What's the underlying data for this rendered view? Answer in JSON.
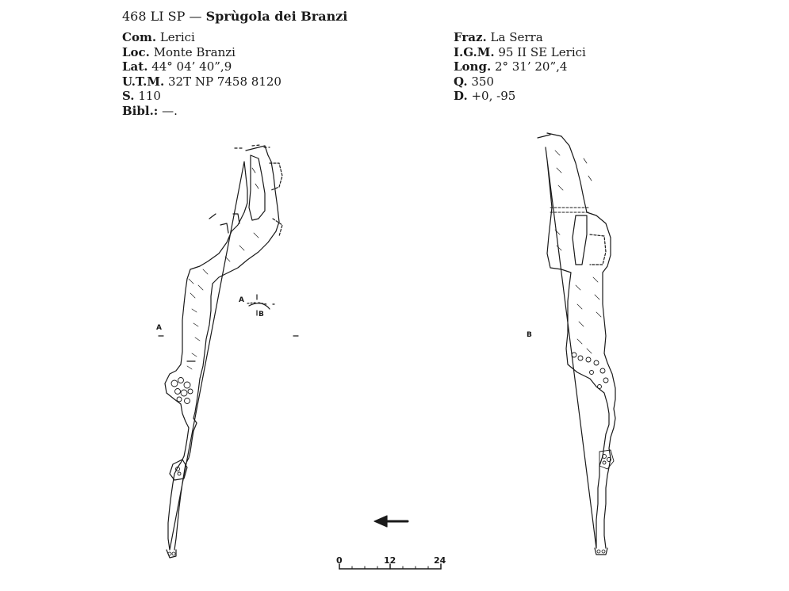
{
  "header": {
    "code": "468 LI SP —",
    "name": "Sprùgola dei Branzi"
  },
  "left_fields": [
    {
      "key": "Com.",
      "value": "Lerici"
    },
    {
      "key": "Loc.",
      "value": "Monte Branzi"
    },
    {
      "key": "Lat.",
      "value": "44° 04’ 40”,9"
    },
    {
      "key": "U.T.M.",
      "value": "32T NP 7458 8120"
    },
    {
      "key": "S.",
      "value": "110"
    },
    {
      "key": "Bibl.:",
      "value": "—."
    }
  ],
  "right_fields": [
    {
      "key": "Fraz.",
      "value": "La Serra"
    },
    {
      "key": "I.G.M.",
      "value": "95 II SE Lerici"
    },
    {
      "key": "Long.",
      "value": "2° 31’ 20”,4"
    },
    {
      "key": "Q.",
      "value": "350"
    },
    {
      "key": "D.",
      "value": "+0, -95"
    }
  ],
  "section_labels": {
    "plan_a": "A",
    "inset_a": "A",
    "inset_b": "B",
    "profile_b": "B"
  },
  "scale": {
    "ticks": [
      "0",
      "12",
      "24"
    ]
  },
  "colors": {
    "ink": "#1a1a1a",
    "paper": "#ffffff"
  }
}
